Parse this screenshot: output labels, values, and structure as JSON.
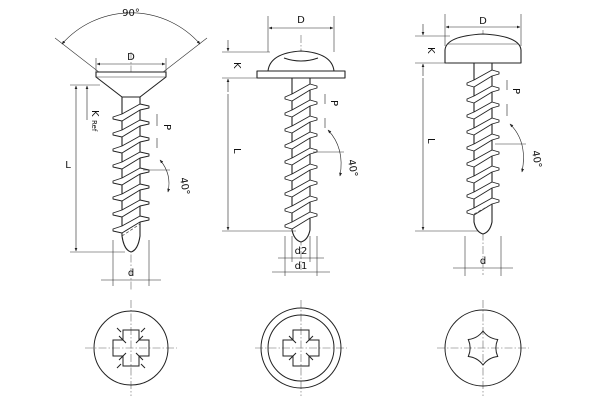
{
  "views": {
    "countersunk": {
      "angle_label": "90°",
      "diameter_label": "D",
      "head_height_label": "K",
      "head_height_sub": "Ref",
      "length_label": "L",
      "pitch_label": "P",
      "thread_angle_label": "40°",
      "shank_label": "d",
      "drive": "pozidriv-cross-icon"
    },
    "flange_head": {
      "diameter_label": "D",
      "head_height_label": "K",
      "length_label": "L",
      "pitch_label": "P",
      "thread_angle_label": "40°",
      "inner_diameter_label": "d2",
      "outer_diameter_label": "d1",
      "drive": "pozidriv-cross-icon"
    },
    "pan_head": {
      "diameter_label": "D",
      "head_height_label": "K",
      "length_label": "L",
      "pitch_label": "P",
      "thread_angle_label": "40°",
      "shank_label": "d",
      "drive": "hexalobular-star-icon"
    }
  }
}
